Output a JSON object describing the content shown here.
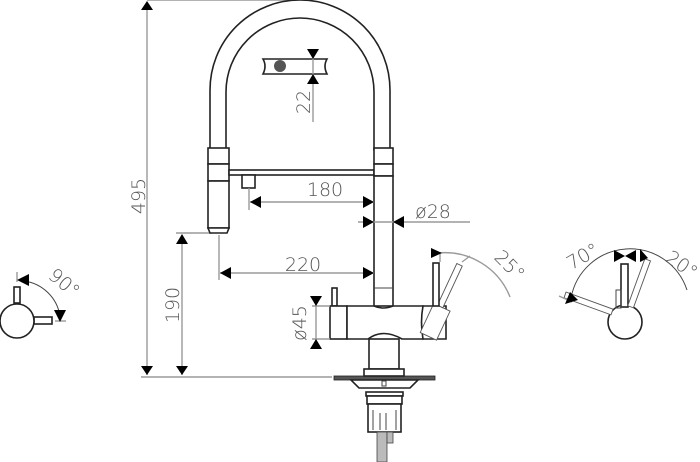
{
  "drawing": {
    "subject": "Pull-out spray kitchen faucet with side lever - dimensional drawing",
    "units": "mm",
    "colors": {
      "outline": "#222222",
      "dimension_line": "#9a9a9a",
      "dimension_text": "#555555",
      "arrowhead": "#000000",
      "background": "#ffffff"
    },
    "dimensions": {
      "total_height": "495",
      "spray_head_clearance_height": "190",
      "spout_reach_inner": "180",
      "spout_reach_outer": "220",
      "spout_tube_diameter": "ø28",
      "body_diameter": "ø45",
      "hose_clip_offset": "22"
    },
    "angles": {
      "main_lever_tilt": "25°",
      "side_view_rotation": "90°",
      "top_view_left_rotation": "70°",
      "top_view_right_rotation": "20°"
    },
    "views": [
      {
        "name": "front-elevation",
        "label": "Main faucet elevation"
      },
      {
        "name": "left-lever-plan",
        "label": "Lever rotation 90°"
      },
      {
        "name": "right-lever-plan",
        "label": "Lever rotation 70° / 20°"
      }
    ]
  }
}
